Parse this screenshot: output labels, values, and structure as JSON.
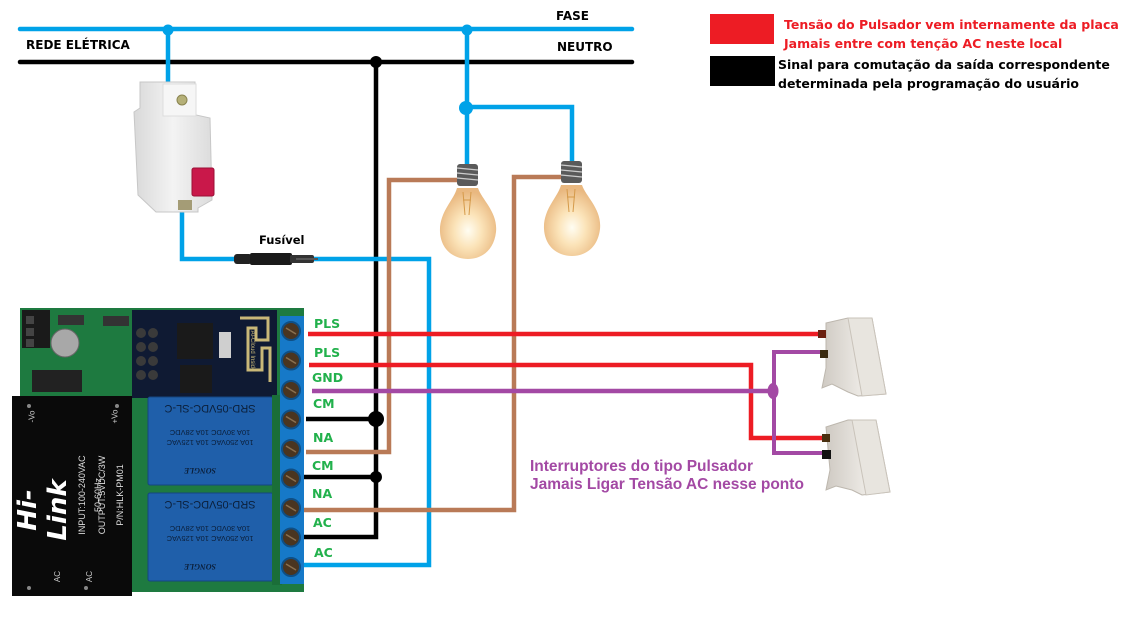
{
  "lines": {
    "fase_label": "FASE",
    "neutro_label": "NEUTRO",
    "rede_label": "REDE ELÉTRICA",
    "fuse_label": "Fusível"
  },
  "legend": [
    {
      "color": "#ed1c24",
      "text_line1": "Tensão do Pulsador vem internamente da placa",
      "text_line2": "Jamais entre com tenção AC neste local",
      "text_color": "#ed1c24"
    },
    {
      "color": "#000000",
      "text_line1": "Sinal para comutação da saída correspondente",
      "text_line2": "determinada pela programação do usuário",
      "text_color": "#000000"
    }
  ],
  "terminals": [
    "PLS",
    "PLS",
    "GND",
    "CM",
    "NA",
    "CM",
    "NA",
    "AC",
    "AC"
  ],
  "note": {
    "line1": "Interruptores do tipo Pulsador",
    "line2": "Jamais Ligar Tensão AC nesse ponto",
    "color": "#a349a4"
  },
  "module": {
    "power_brand": "Hi-Link",
    "power_input": "INPUT:100-240VAC",
    "power_freq": "50-60Hz",
    "power_output": "OUTPUT:5VDC/3W",
    "power_pn": "P/N:HLK-PM01",
    "power_vo_minus": "-Vo",
    "power_vo_plus": "+Vo",
    "power_ac": "AC",
    "relay_model": "SRD-05VDC-SL-C",
    "relay_spec1": "10A 250VAC 10A 125VAC",
    "relay_spec2": "10A 30VDC 10A 28VDC",
    "relay_brand": "SONGLE",
    "wifi_label": "Ai-Cloud Inside"
  },
  "colors": {
    "fase": "#00a2e8",
    "neutro": "#000000",
    "pulsador": "#ed1c24",
    "gnd": "#a349a4",
    "retorno": "#b97a57",
    "terminal_text": "#22b14c"
  }
}
